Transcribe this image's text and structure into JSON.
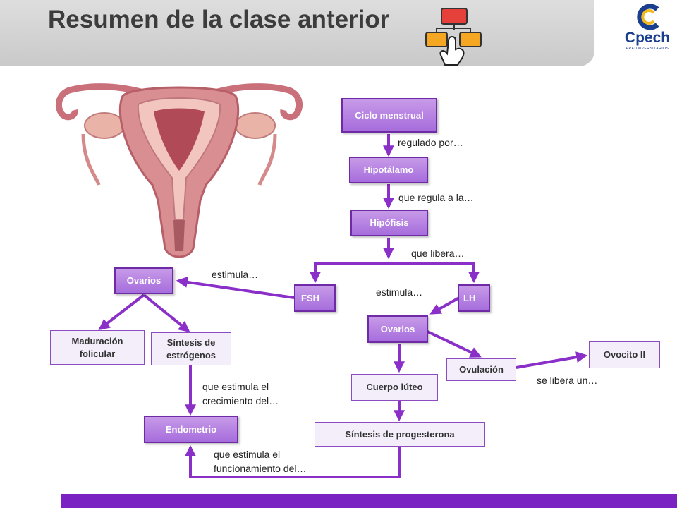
{
  "header": {
    "title": "Resumen de la clase anterior"
  },
  "logo": {
    "name": "Cpech",
    "subtitle": "PREUNIVERSITARIOS"
  },
  "colors": {
    "accent": "#7a23c2",
    "box_dark": "#a66ddc",
    "box_light": "#f4eefb"
  },
  "nodes": {
    "ciclo": "Ciclo menstrual",
    "hipotalamo": "Hipotálamo",
    "hipofisis": "Hipófisis",
    "fsh": "FSH",
    "lh": "LH",
    "ovarios_left": "Ovarios",
    "ovarios_right": "Ovarios",
    "maduracion": "Maduración folicular",
    "sintesis_estrogenos": "Síntesis de estrógenos",
    "endometrio": "Endometrio",
    "cuerpo_luteo": "Cuerpo lúteo",
    "ovulacion": "Ovulación",
    "ovocito": "Ovocito II",
    "sintesis_progesterona": "Síntesis de progesterona"
  },
  "labels": {
    "regulado": "regulado por…",
    "regula": "que regula a la…",
    "libera": "que libera…",
    "estimula_left": "estimula…",
    "estimula_right": "estimula…",
    "crecimiento": "que estimula el crecimiento del…",
    "funcionamiento": "que estimula el funcionamiento del…",
    "se_libera": "se libera un…"
  }
}
